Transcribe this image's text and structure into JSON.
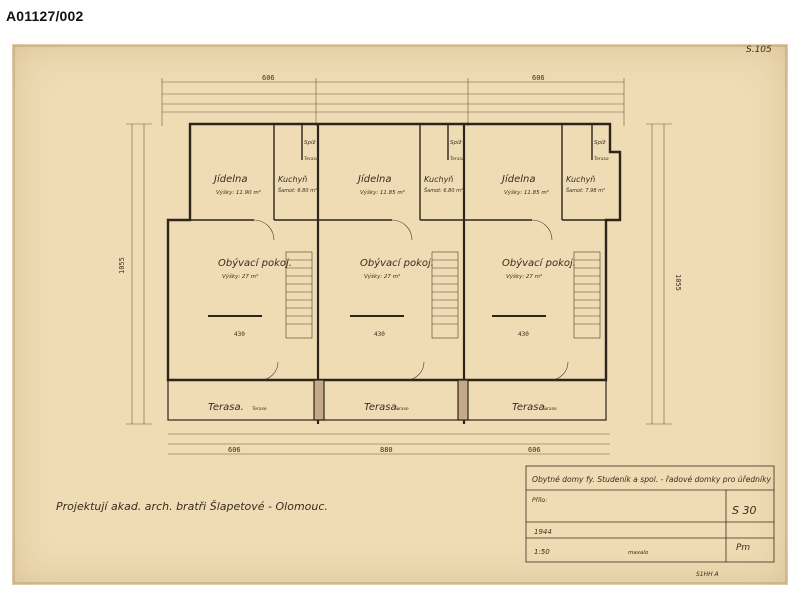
{
  "header": {
    "id": "A01127/002"
  },
  "corner": {
    "stamp": "S.105"
  },
  "rooms": {
    "jidelna": "Jídelna",
    "jidelna_area_1": "Výšky: 11.90 m²",
    "jidelna_area_2": "Výšky: 11.85 m²",
    "jidelna_area_3": "Výšky: 11.85 m²",
    "kuchyn": "Kuchyň",
    "kuchyn_area_1": "Šamot: 6.80 m²",
    "kuchyn_area_2": "Šamot: 6.80 m²",
    "kuchyn_area_3": "Šamot: 7.98 m²",
    "spiz": "Spíž",
    "teras": "Terasa",
    "obyvaci": "Obývací pokoj.",
    "obyvaci_area": "Výšky: 27 m²",
    "terasa": "Terasa.",
    "terasa_small": "Terase"
  },
  "dims": {
    "top_total_1": "606",
    "top_total_2": "606",
    "left_total": "1055",
    "right_total": "1055",
    "room_w": "430",
    "bottom_1": "606",
    "bottom_2": "880",
    "bottom_3": "606"
  },
  "architects": "Projektují akad. arch. bratři Šlapetové - Olomouc.",
  "title_block": {
    "title": "Obytné domy fy. Studeník a spol. - řadové domky pro úředníky",
    "field_label": "Přílo:",
    "sheet_no": "S 30",
    "year": "1944",
    "scale": "1:50",
    "drawn_label": "maxalo",
    "page_code": "Pm"
  },
  "bottom_stamp": "S1HH A"
}
